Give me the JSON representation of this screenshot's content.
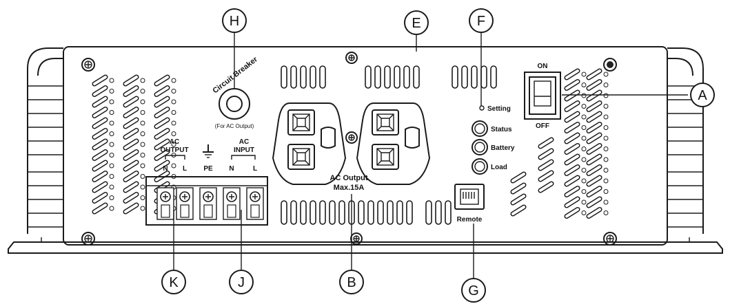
{
  "callouts": {
    "A": "A",
    "B": "B",
    "E": "E",
    "F": "F",
    "G": "G",
    "H": "H",
    "J": "J",
    "K": "K"
  },
  "labels": {
    "circuit_breaker": "Circuit Breaker",
    "for_ac_output": "(For AC Output)",
    "ac_output_terminal_line1": "AC",
    "ac_output_terminal_line2": "OUTPUT",
    "ac_input_terminal_line1": "AC",
    "ac_input_terminal_line2": "INPUT",
    "terminal_n1": "N",
    "terminal_l1": "L",
    "terminal_pe": "PE",
    "terminal_n2": "N",
    "terminal_l2": "L",
    "ac_output_line1": "AC Output",
    "ac_output_line2": "Max.15A",
    "setting": "Setting",
    "status": "Status",
    "battery": "Battery",
    "load": "Load",
    "remote": "Remote",
    "switch_on": "ON",
    "switch_off": "OFF"
  }
}
